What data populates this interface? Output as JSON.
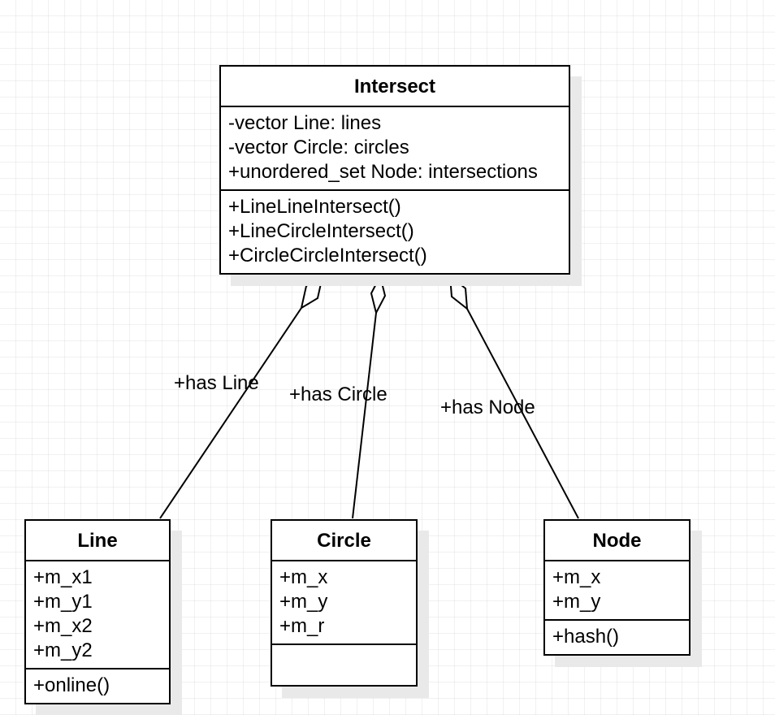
{
  "diagram": {
    "type": "uml-class-diagram",
    "classes": {
      "intersect": {
        "name": "Intersect",
        "attributes": [
          "-vector Line: lines",
          "-vector Circle: circles",
          "+unordered_set Node: intersections"
        ],
        "methods": [
          "+LineLineIntersect()",
          "+LineCircleIntersect()",
          "+CircleCircleIntersect()"
        ]
      },
      "line": {
        "name": "Line",
        "attributes": [
          "+m_x1",
          "+m_y1",
          "+m_x2",
          "+m_y2"
        ],
        "methods": [
          "+online()"
        ]
      },
      "circle": {
        "name": "Circle",
        "attributes": [
          "+m_x",
          "+m_y",
          "+m_r"
        ],
        "methods": []
      },
      "node": {
        "name": "Node",
        "attributes": [
          "+m_x",
          "+m_y"
        ],
        "methods": [
          "+hash()"
        ]
      }
    },
    "relations": [
      {
        "type": "aggregation",
        "whole": "Intersect",
        "part": "Line",
        "label": "+has Line"
      },
      {
        "type": "aggregation",
        "whole": "Intersect",
        "part": "Circle",
        "label": "+has Circle"
      },
      {
        "type": "aggregation",
        "whole": "Intersect",
        "part": "Node",
        "label": "+has Node"
      }
    ]
  },
  "colors": {
    "stroke": "#000000",
    "fill": "#ffffff",
    "shadow": "#e9e9e9",
    "grid": "#ebebeb"
  }
}
